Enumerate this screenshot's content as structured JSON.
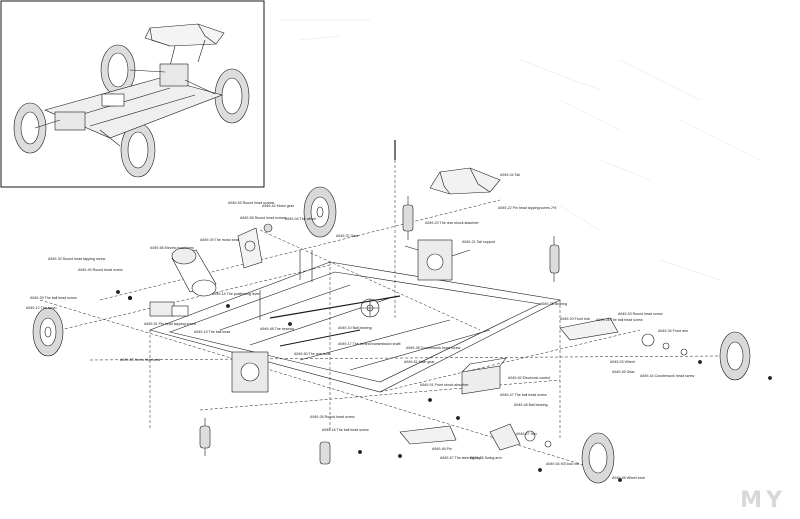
{
  "watermark": "MY",
  "part_labels": [
    "A949-04 Tail",
    "A949-22 Pin head tapping screw 2*8",
    "A949-21 Tail support",
    "A949-53 Round head screws",
    "A949-42 Motor gear",
    "A949-55 Round head screws",
    "A949-56 Electric machinery",
    "A949-09 The motor seat",
    "A949-04 The wheel",
    "A949-37 Gear",
    "A949-23 The rear shock absorber",
    "A949-32 Round head tapping screw",
    "A949-40 Round head screw",
    "A949-39 The ball head screw",
    "A949-14 The positioning lever",
    "A949-12 The servo",
    "A949-51 Pin head tapping screw",
    "A949-48 The bearing",
    "A949-50 The rear axle",
    "A949-15 The ball head",
    "A949-10 Ball bearing",
    "A949-17 The central transmission shaft",
    "A949-63 Servo fixed seat",
    "A949-61 Main gear",
    "A949-38 Countersunk head screw",
    "A949-62 Electronic control",
    "A949-25 Bearing",
    "A949-20 Front hub",
    "A949-28 The ball head screw",
    "A949-43 Round head screw",
    "A949-01 Front shock absorber",
    "A949-03 Wheel",
    "A949-59 Gear",
    "A949-44 Countersunk head screw",
    "A949-26 Round head screw",
    "A949-16 The ball head screw",
    "A949-46 Pin",
    "A949-57 The steering cup",
    "A949-05 Swing arm",
    "A949-47 The ball head screw",
    "A949-48 Ball bearing",
    "A949-27 Hex",
    "A949-64 M3 lock nut",
    "A949-58 Wheel seat",
    "A949-34 Front arm"
  ]
}
